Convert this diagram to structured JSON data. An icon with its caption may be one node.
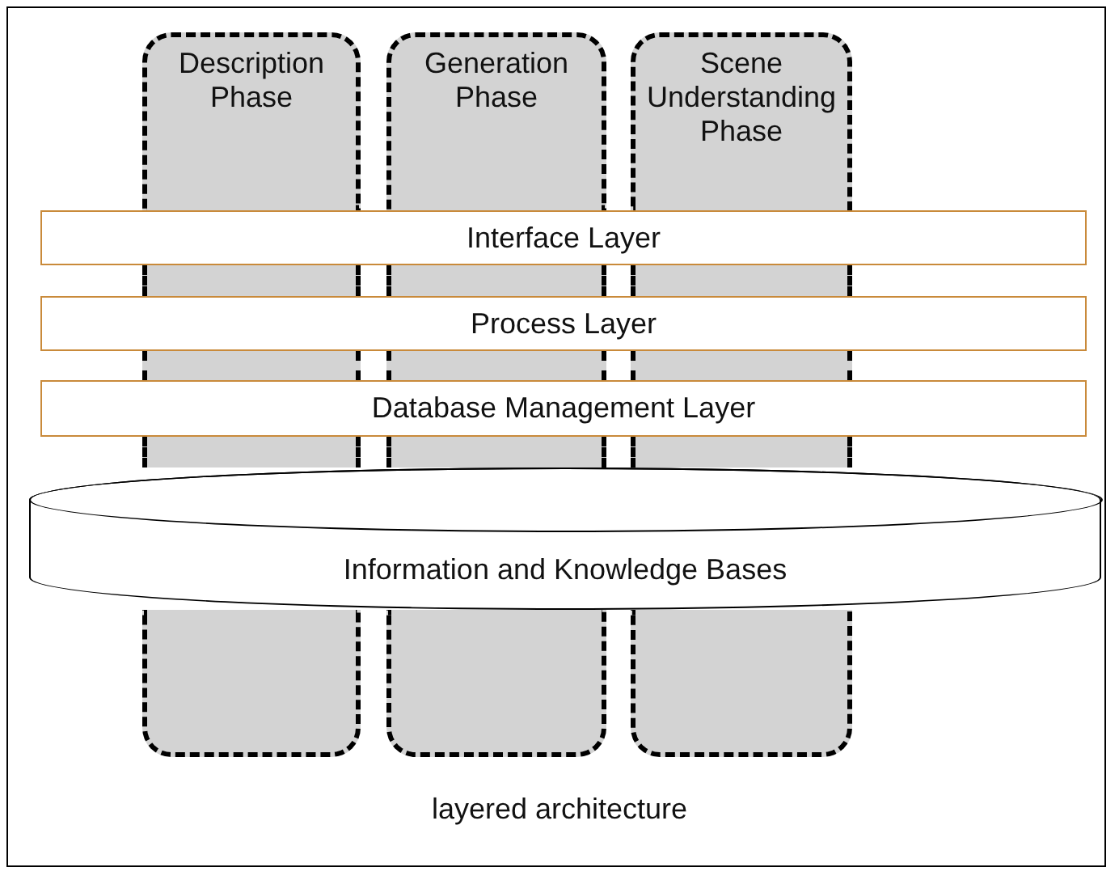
{
  "diagram": {
    "caption": "layered architecture",
    "nodes": [
      {
        "text": [
          "Description Phase"
        ]
      },
      {
        "text": [
          "Generation Phase"
        ]
      },
      {
        "text": [
          "Scene Understanding Phase"
        ]
      },
      {
        "text": [
          "Interface Layer"
        ]
      },
      {
        "text": [
          "Process Layer"
        ]
      },
      {
        "text": [
          "Database Management Layer"
        ]
      },
      {
        "text": [
          "Information and Knowledge Bases"
        ]
      }
    ]
  }
}
